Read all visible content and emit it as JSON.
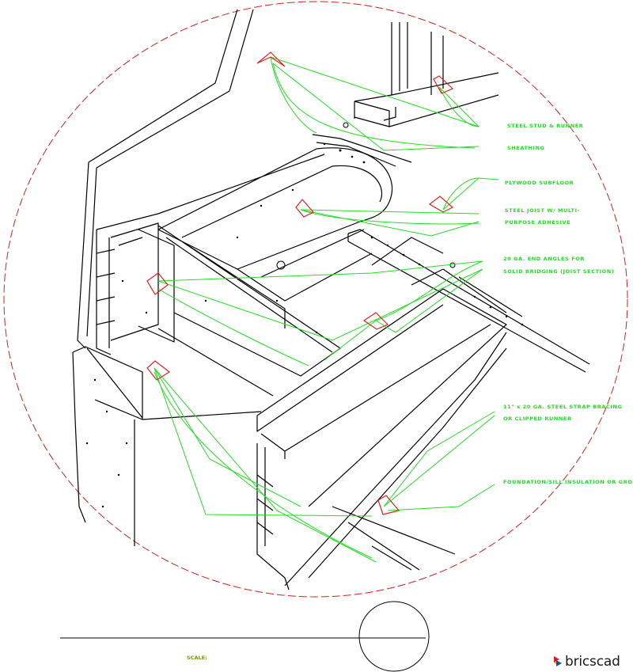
{
  "labels": [
    "STEEL STUD & RUNNER",
    "SHEATHING",
    "PLYWOOD SUBFLOOR",
    "STEEL JOIST W/ MULTI-",
    "PURPOSE ADHESIVE",
    "20 GA. END ANGLES FOR",
    "SOLID BRIDGING (JOIST SECTION)",
    "11\" x 20 GA. STEEL STRAP BRACING",
    "OR CLIPPED RUNNER",
    "FOUNDATION/SILL INSULATION OR GROUT"
  ],
  "footer": {
    "scale_label": "SCALE:"
  },
  "brand": {
    "name": "bricscad"
  },
  "colors": {
    "leader": "#22dd22",
    "arrow": "#dd2222",
    "boundary": "#cc2222",
    "linework": "#000000"
  }
}
